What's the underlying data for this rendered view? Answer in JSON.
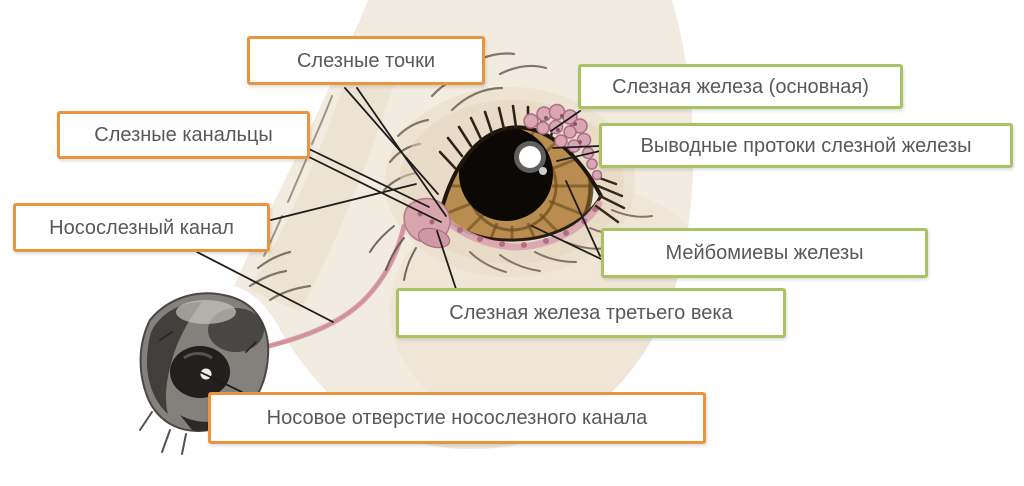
{
  "colors": {
    "orange_box_border": "#EB9440",
    "green_box_border": "#A8C462",
    "label_text": "#595959",
    "leader_line": "#1C1C1C",
    "face_cream": "#F2EBDF",
    "duct_pink": "#D79BA4",
    "iris_brown": "#B98D4F",
    "gland_pink": "#DBA6B4"
  },
  "labels": [
    {
      "text": "Слезные точки",
      "style": "orange"
    },
    {
      "text": "Слезная железа (основная)",
      "style": "green"
    },
    {
      "text": "Слезные канальцы",
      "style": "orange"
    },
    {
      "text": "Выводные протоки слезной железы",
      "style": "green"
    },
    {
      "text": "Носослезный канал",
      "style": "orange"
    },
    {
      "text": "Мейбомиевы железы",
      "style": "green"
    },
    {
      "text": "Слезная железа третьего века",
      "style": "green"
    },
    {
      "text": "Носовое отверстие носослезного канала",
      "style": "orange"
    }
  ]
}
